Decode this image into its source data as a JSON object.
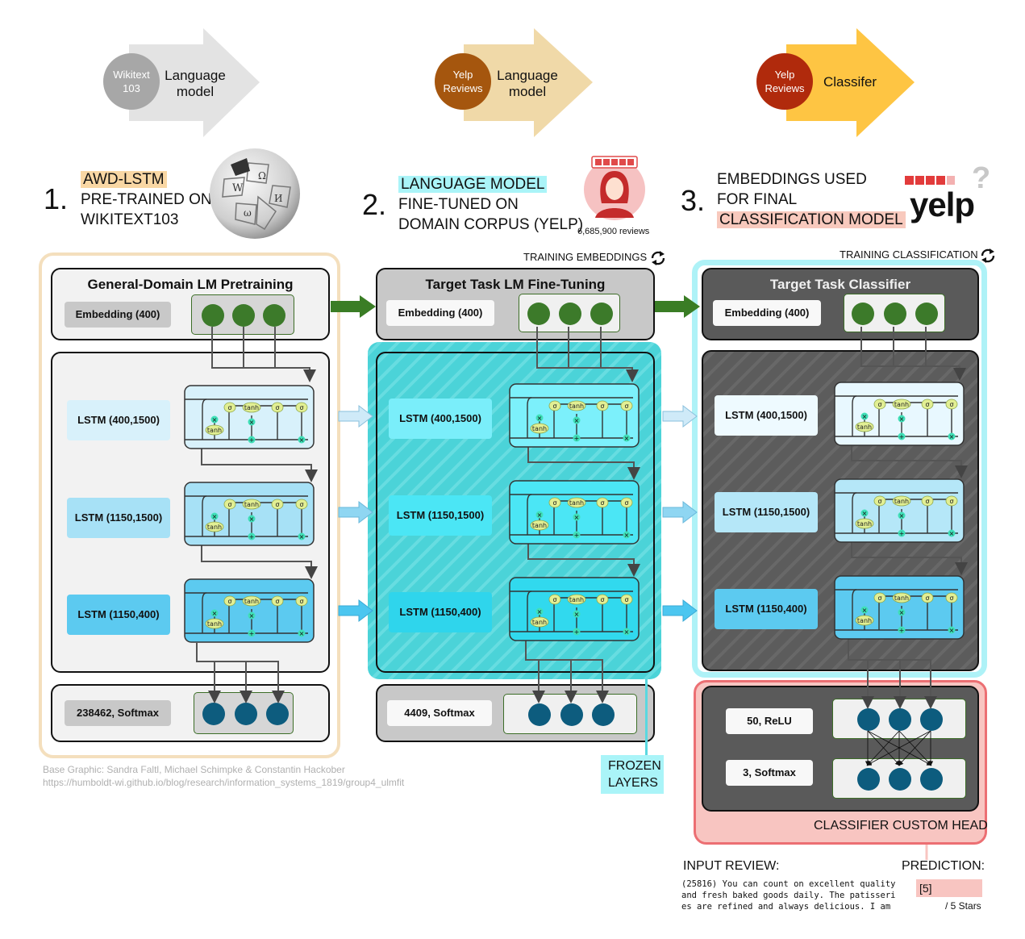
{
  "top_flow": [
    {
      "circle": "Wikitext 103",
      "label": "Language model"
    },
    {
      "circle": "Yelp Reviews",
      "label": "Language model"
    },
    {
      "circle": "Yelp Reviews",
      "label": "Classifer"
    }
  ],
  "steps": [
    {
      "number": "1.",
      "highlight": "AWD-LSTM",
      "line2": "PRE-TRAINED ON",
      "line3": "WIKITEXT103"
    },
    {
      "number": "2.",
      "highlight": "LANGUAGE MODEL",
      "line2": "FINE-TUNED ON",
      "line3": "DOMAIN CORPUS (YELP)"
    },
    {
      "number": "3.",
      "line1": "EMBEDDINGS USED",
      "line2": "FOR FINAL",
      "highlight": "CLASSIFICATION MODEL"
    }
  ],
  "reviews_count": "6,685,900 reviews",
  "yelp_logo": "yelp",
  "training_embeddings": "TRAINING EMBEDDINGS",
  "training_classification": "TRAINING CLASSIFICATION",
  "panels": [
    {
      "title": "General-Domain LM Pretraining",
      "embedding": "Embedding (400)",
      "lstm": [
        "LSTM (400,1500)",
        "LSTM (1150,1500)",
        "LSTM (1150,400)"
      ],
      "output": "238462, Softmax"
    },
    {
      "title": "Target Task LM Fine-Tuning",
      "embedding": "Embedding (400)",
      "lstm": [
        "LSTM (400,1500)",
        "LSTM (1150,1500)",
        "LSTM (1150,400)"
      ],
      "output": "4409, Softmax"
    },
    {
      "title": "Target Task Classifier",
      "embedding": "Embedding (400)",
      "lstm": [
        "LSTM (400,1500)",
        "LSTM (1150,1500)",
        "LSTM (1150,400)"
      ]
    }
  ],
  "lstm_cell": {
    "sigma": "σ",
    "tanh": "tanh",
    "times": "×",
    "plus": "+"
  },
  "head": {
    "layer1": "50, ReLU",
    "layer2": "3, Softmax",
    "label": "CLASSIFIER CUSTOM HEAD"
  },
  "frozen": "FROZEN LAYERS",
  "credit": {
    "line1": "Base Graphic: Sandra Faltl, Michael Schimpke & Constantin Hackober",
    "line2": "https://humboldt-wi.github.io/blog/research/information_systems_1819/group4_ulmfit"
  },
  "input_review": {
    "label": "INPUT REVIEW:",
    "text": [
      "(25816) You can count on excellent quality",
      "and fresh baked goods daily. The patisseri",
      "es are refined and always delicious. I am"
    ]
  },
  "prediction": {
    "label": "PREDICTION:",
    "value": "[5]",
    "suffix": "/ 5 Stars"
  },
  "colors": {
    "cyan": "#5ad8e0",
    "dark_panel": "#5a5a5a",
    "node_green": "#3c7a2a",
    "node_blue": "#0d5c7e",
    "red_border": "#ec6f73"
  }
}
